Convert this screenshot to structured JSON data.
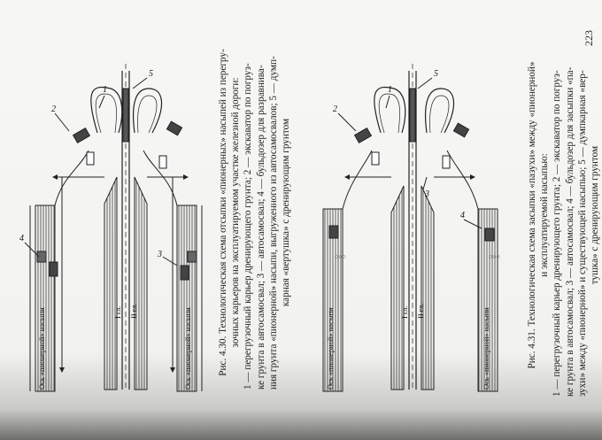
{
  "page_number": "223",
  "fig_430": {
    "lines": [
      "Рис. 4.30. Технологическая схема отсыпки «пионерных» насыпей из перегру-",
      "зочных карьеров на эксплуатируемом участке железной дороги:",
      "1 — перегрузочный карьер дренирующего грунта; 2 — экскаватор по погруз-",
      "ке грунта в автосамосвал; 3 — автосамосвал; 4 — бульдозер для разравнива-",
      "ния грунта «пионерной» насыпи, выгруженного из автосамосвалов; 5 — думп-",
      "карная «вертушка» с дренирующим грунтом"
    ],
    "diagram": {
      "axis_label_top": "Ось «пионерной» насыпи",
      "axis_label_bottom": "Ось «пионерной» насыпи",
      "track_1": "I гл.",
      "track_2": "II гл.",
      "n1": "1",
      "n2": "2",
      "n3": "3",
      "n4": "4",
      "n5": "5"
    }
  },
  "fig_431": {
    "lines": [
      "Рис. 4.31. Технологическая схема засыпки «пазухи» между «пионерной»",
      "и эксплуатируемой насыпью:",
      "1 — перегрузочный карьер дренирующего грунта; 2 — экскаватор по погруз-",
      "ке грунта в автосамосвал; 3 — автосамосвал; 4 — бульдозер для засыпки «па-",
      "зухи» между «пионерной» и существующей насыпью; 5 — думпкарная «вер-",
      "тушка» с дренирующим грунтом"
    ],
    "diagram": {
      "axis_label_top": "Ось «пионерной» насыпи",
      "axis_label_bottom": "Ось «пионерной» насыпи",
      "track_1": "I гл.",
      "track_2": "II гл.",
      "n1": "1",
      "n2": "2",
      "n3": "3",
      "n4": "4",
      "n5": "5"
    }
  }
}
